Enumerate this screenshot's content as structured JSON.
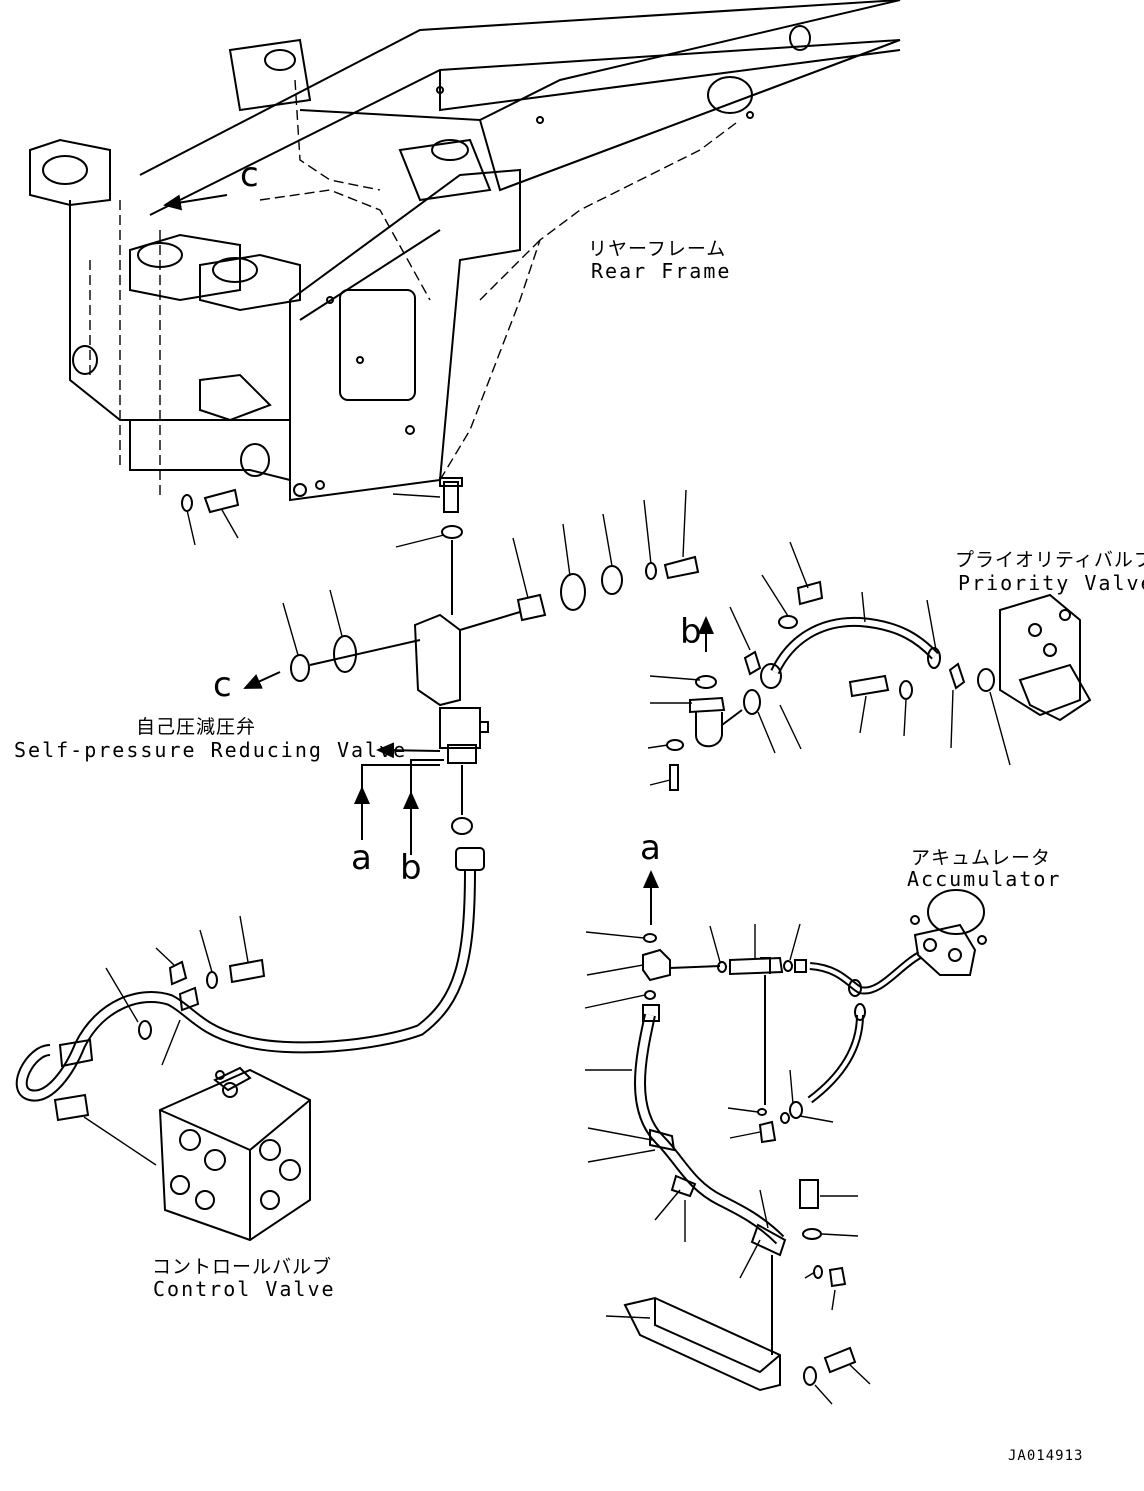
{
  "labels": {
    "rear_frame_jp": "リヤーフレーム",
    "rear_frame_en": "Rear Frame",
    "priority_valve_jp": "プライオリティバルブ",
    "priority_valve_en": "Priority Valve",
    "self_pressure_jp": "自己圧減圧弁",
    "self_pressure_en": "Self-pressure Reducing Valve",
    "accumulator_jp": "アキュムレータ",
    "accumulator_en": "Accumulator",
    "control_valve_jp": "コントロールバルブ",
    "control_valve_en": "Control Valve",
    "ref_c_top": "c",
    "ref_c_left": "c",
    "ref_a_down": "a",
    "ref_b_down": "b",
    "ref_a_up": "a",
    "ref_b_up": "b",
    "drawing_code": "JA014913"
  },
  "colors": {
    "ink": "#000000",
    "paper": "#ffffff"
  }
}
